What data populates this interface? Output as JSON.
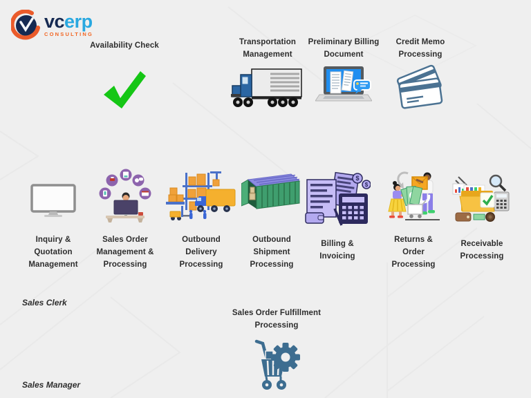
{
  "background_color": "#efefef",
  "logo": {
    "brand_primary": "vc",
    "brand_secondary": "erp",
    "subtitle": "CONSULTING",
    "color_primary": "#162a52",
    "color_secondary": "#29a8e0",
    "color_subtitle": "#f26522"
  },
  "top_row": {
    "items": [
      {
        "label": "Availability Check",
        "icon": "green-checkmark-icon"
      },
      {
        "label": "Transportation\nManagement",
        "icon": "truck-icon"
      },
      {
        "label": "Preliminary Billing\nDocument",
        "icon": "laptop-receipt-icon"
      },
      {
        "label": "Credit Memo\nProcessing",
        "icon": "credit-cards-icon"
      }
    ]
  },
  "process_row": {
    "items": [
      {
        "label": "Inquiry &\nQuotation\nManagement",
        "icon": "monitor-icon"
      },
      {
        "label": "Sales Order\nManagement &\nProcessing",
        "icon": "sales-desk-icon"
      },
      {
        "label": "Outbound\nDelivery\nProcessing",
        "icon": "warehouse-icon"
      },
      {
        "label": "Outbound\nShipment\nProcessing",
        "icon": "shipping-container-icon"
      },
      {
        "label": "Billing &\nInvoicing",
        "icon": "invoice-calculator-icon"
      },
      {
        "label": "Returns &\nOrder\nProcessing",
        "icon": "returns-people-icon"
      },
      {
        "label": "Receivable\nProcessing",
        "icon": "folder-check-icon"
      }
    ]
  },
  "lanes": {
    "clerk_label": "Sales Clerk",
    "manager_label": "Sales Manager"
  },
  "footer": {
    "label": "Sales Order Fulfillment\nProcessing",
    "icon": "cart-gear-icon"
  },
  "accent_colors": {
    "check_green": "#15c615",
    "steel_blue": "#3d6d90",
    "truck_cab_blue": "#2b66a3",
    "screen_blue": "#1f8ef0",
    "circle_purple": "#8d64ad",
    "doc_lavender": "#c6bdf6",
    "calc_navy": "#2d2a5e",
    "container_green": "#3f9e6e",
    "container_top_purple": "#8c8ce0",
    "box_orange": "#f0a13a",
    "delivery_truck_yellow": "#f5b02e",
    "folder_yellow": "#f2b01e",
    "envelope_orange": "#f5a623",
    "skirt_yellow": "#f7d33e"
  }
}
